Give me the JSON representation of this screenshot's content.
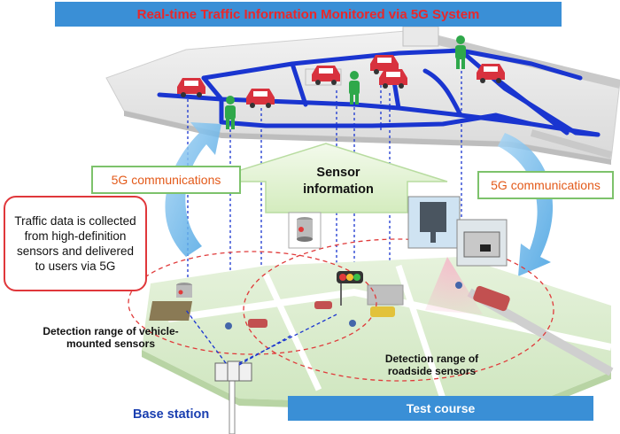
{
  "title": "Real-time Traffic Information Monitored via 5G System",
  "communications_left": "5G communications",
  "communications_right": "5G communications",
  "info_text": "Traffic data is collected from high-definition sensors and delivered to users via 5G",
  "sensor_info_line1": "Sensor",
  "sensor_info_line2": "information",
  "vehicle_range_caption": "Detection range of vehicle-mounted sensors",
  "roadside_range_caption": "Detection range of roadside sensors",
  "base_station_label": "Base station",
  "test_course_label": "Test course",
  "colors": {
    "banner": "#3a8fd6",
    "title_text": "#e8282b",
    "road_blue": "#1a35d0",
    "car_red": "#d8323e",
    "person_green": "#2fa84a",
    "arrow_light_blue": "#5aaee6",
    "sensor_arrow_green": "#e6f4d7",
    "range_dash": "#e03a3a"
  },
  "icons": [
    "car-icon",
    "person-icon",
    "traffic-light-icon",
    "roadside-sensor-icon",
    "vehicle-sensor-icon",
    "base-station-icon"
  ]
}
